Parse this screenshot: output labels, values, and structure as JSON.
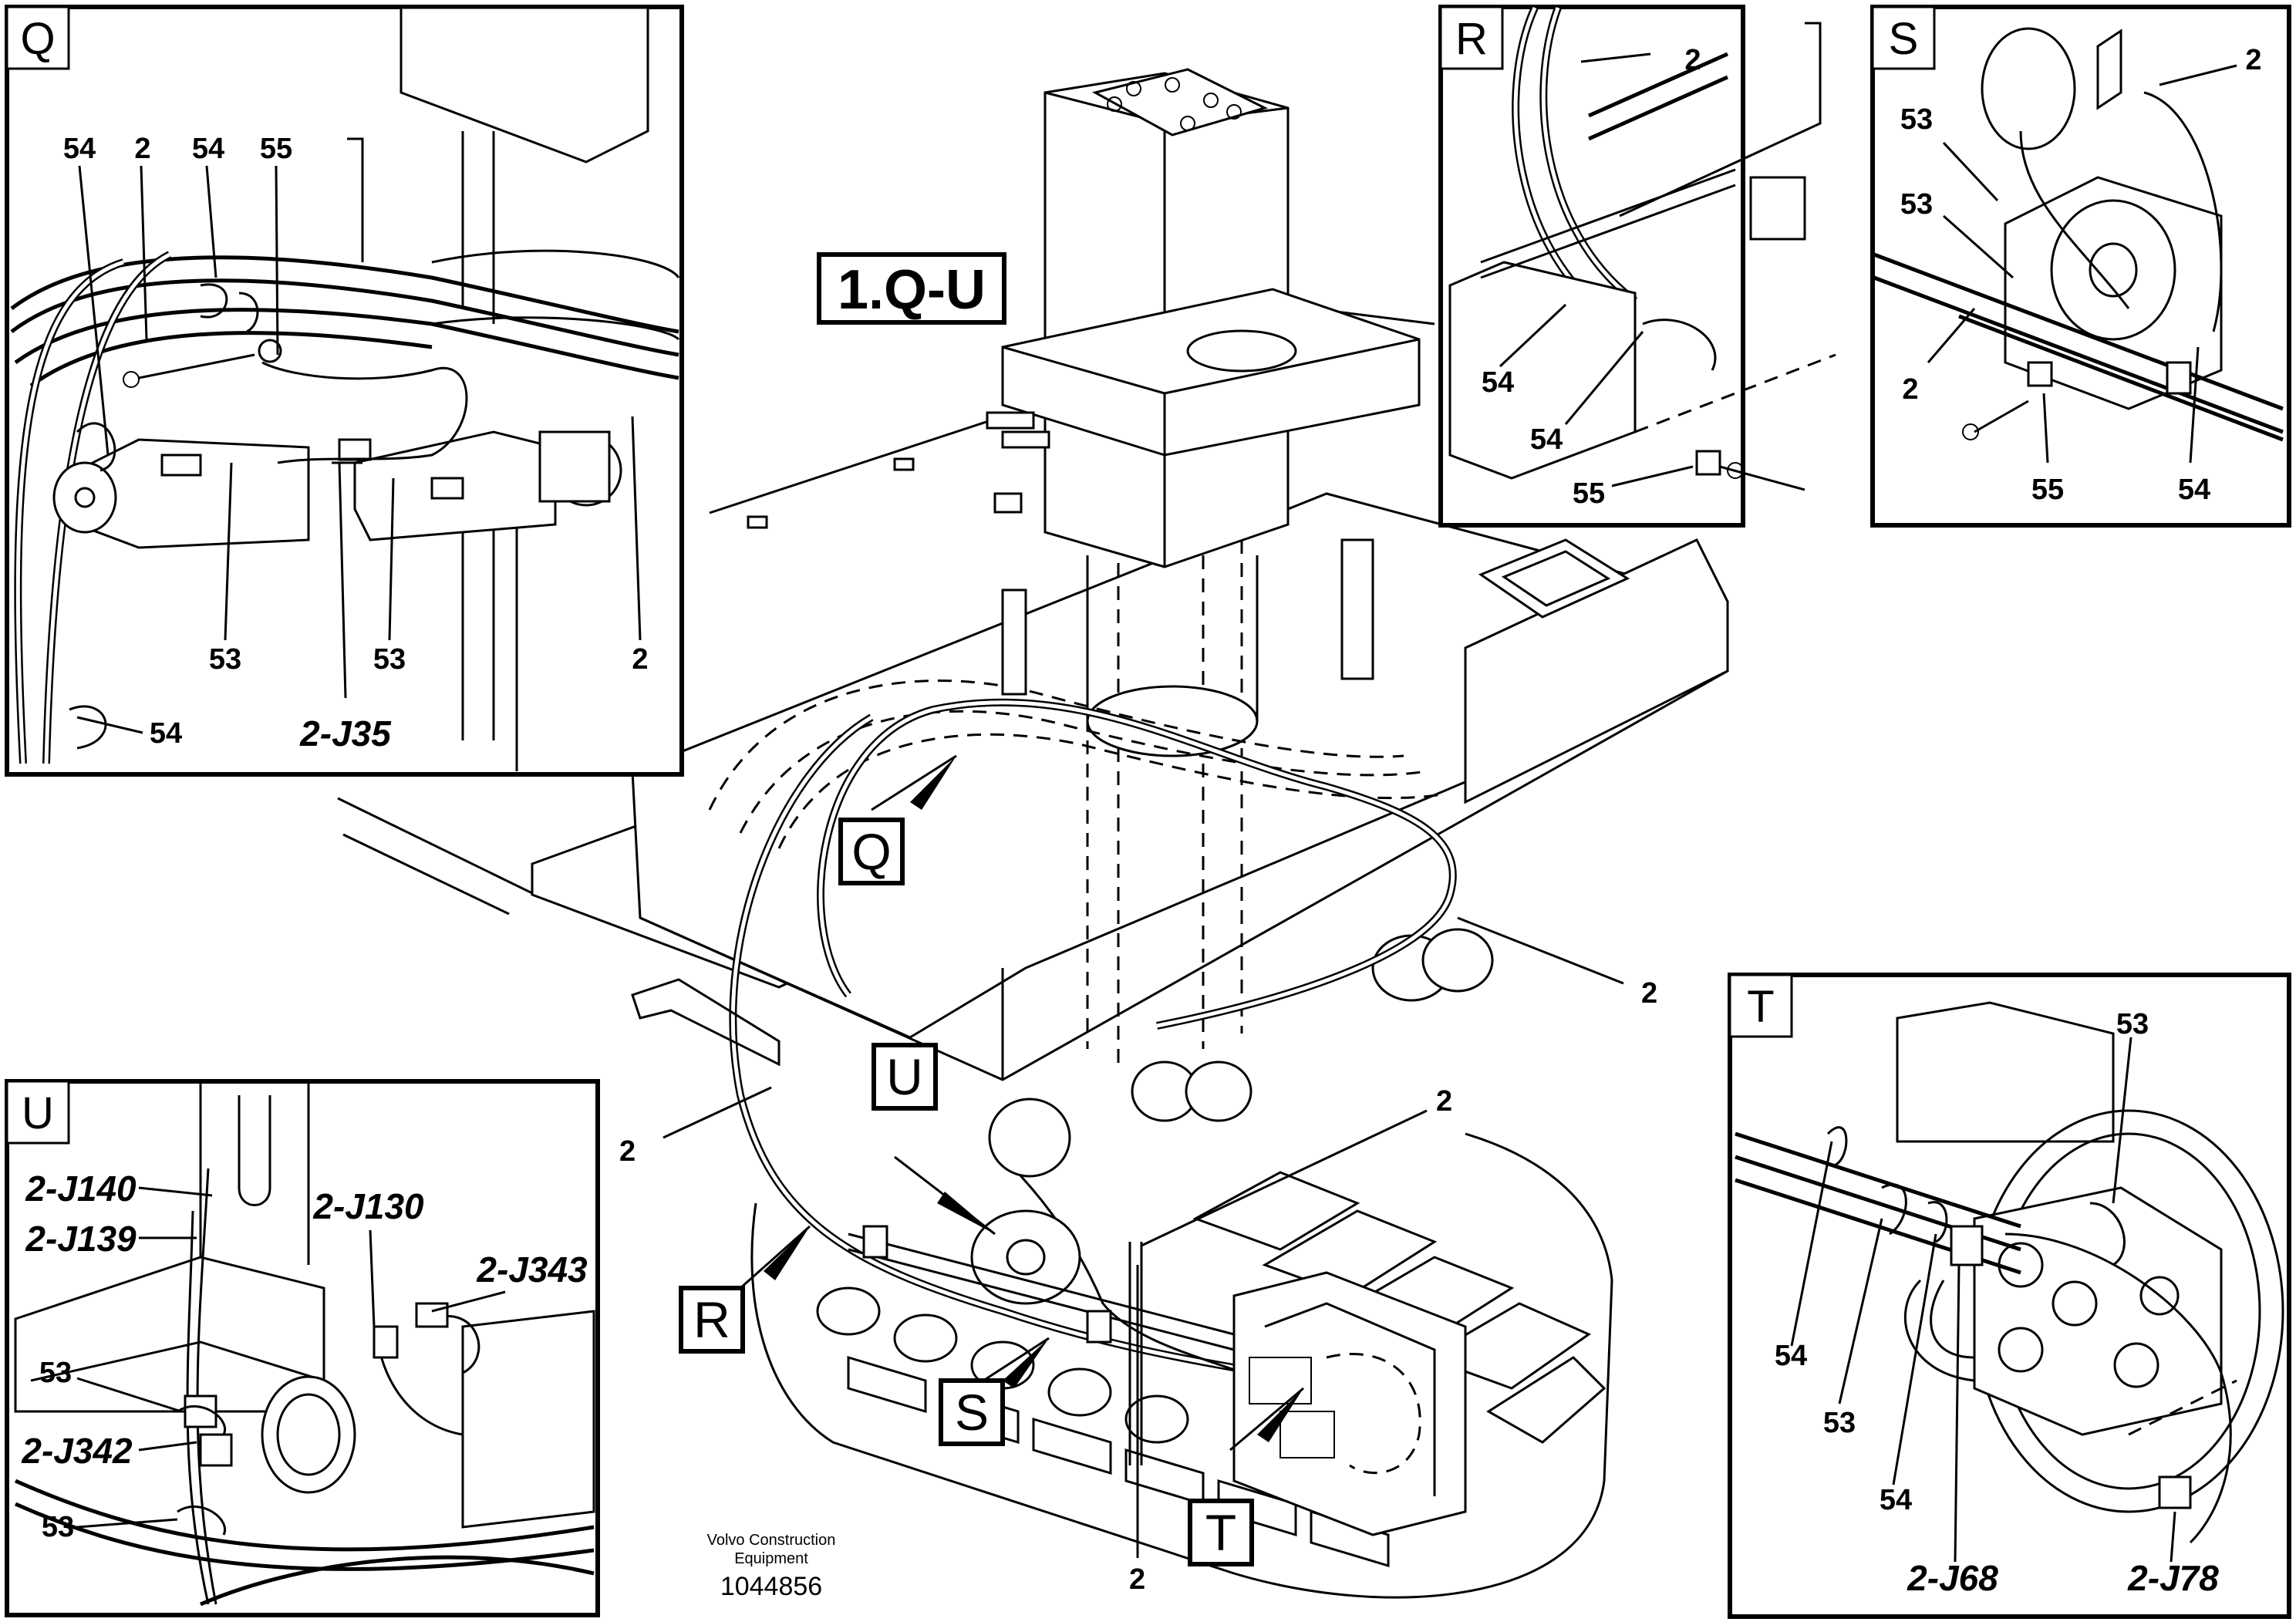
{
  "diagram": {
    "title": "1.Q-U",
    "footer": {
      "line1": "Volvo Construction",
      "line2": "Equipment",
      "number": "1044856"
    },
    "callouts": {
      "q": "Q",
      "r": "R",
      "s": "S",
      "t": "T",
      "u": "U"
    },
    "main_labels": {
      "cable_right": "2",
      "cable_left": "2",
      "cable_mid": "2",
      "cable_bottom": "2"
    },
    "panels": {
      "q": {
        "letter": "Q",
        "labels": [
          "54",
          "2",
          "54",
          "55",
          "53",
          "53",
          "2",
          "54"
        ],
        "connector": "2-J35"
      },
      "r": {
        "letter": "R",
        "labels": [
          "2",
          "54",
          "54",
          "55"
        ]
      },
      "s": {
        "letter": "S",
        "labels": [
          "2",
          "53",
          "53",
          "2",
          "55",
          "54"
        ]
      },
      "t": {
        "letter": "T",
        "labels": [
          "53",
          "54",
          "53",
          "54"
        ],
        "connectors": [
          "2-J68",
          "2-J78"
        ]
      },
      "u": {
        "letter": "U",
        "connectors": [
          "2-J140",
          "2-J139",
          "2-J130",
          "2-J343",
          "2-J342"
        ],
        "labels": [
          "53",
          "53"
        ]
      }
    }
  }
}
